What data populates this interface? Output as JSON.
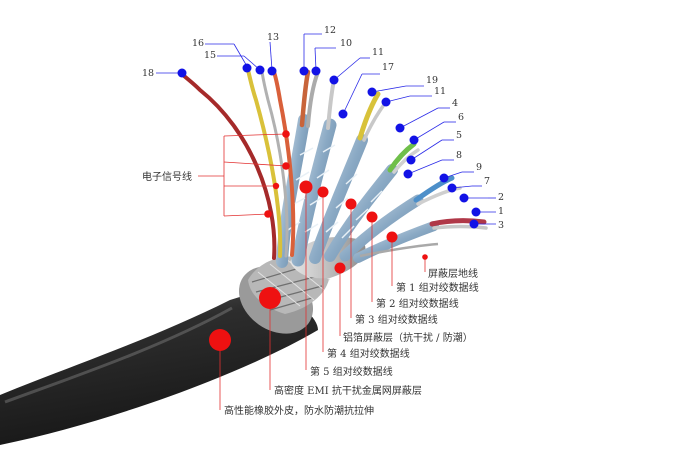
{
  "group_label": "电子信号线",
  "numbers": [
    "18",
    "16",
    "15",
    "13",
    "12",
    "10",
    "11",
    "17",
    "19",
    "11",
    "4",
    "6",
    "5",
    "8",
    "9",
    "7",
    "2",
    "1",
    "3"
  ],
  "layers": [
    "屏蔽层地线",
    "第 1 组对绞数据线",
    "第 2 组对绞数据线",
    "第 3 组对绞数据线",
    "铝箔屏蔽层（抗干扰 / 防潮）",
    "第 4 组对绞数据线",
    "第 5 组对绞数据线",
    "高密度 EMI 抗干扰金属网屏蔽层",
    "高性能橡胶外皮，防水防潮抗拉伸"
  ],
  "colors": {
    "marker_blue": "#1212e6",
    "marker_red": "#ee1111",
    "leader_blue": "#2a2ae8",
    "leader_red": "#e23030",
    "jacket": "#2b2b2b"
  }
}
